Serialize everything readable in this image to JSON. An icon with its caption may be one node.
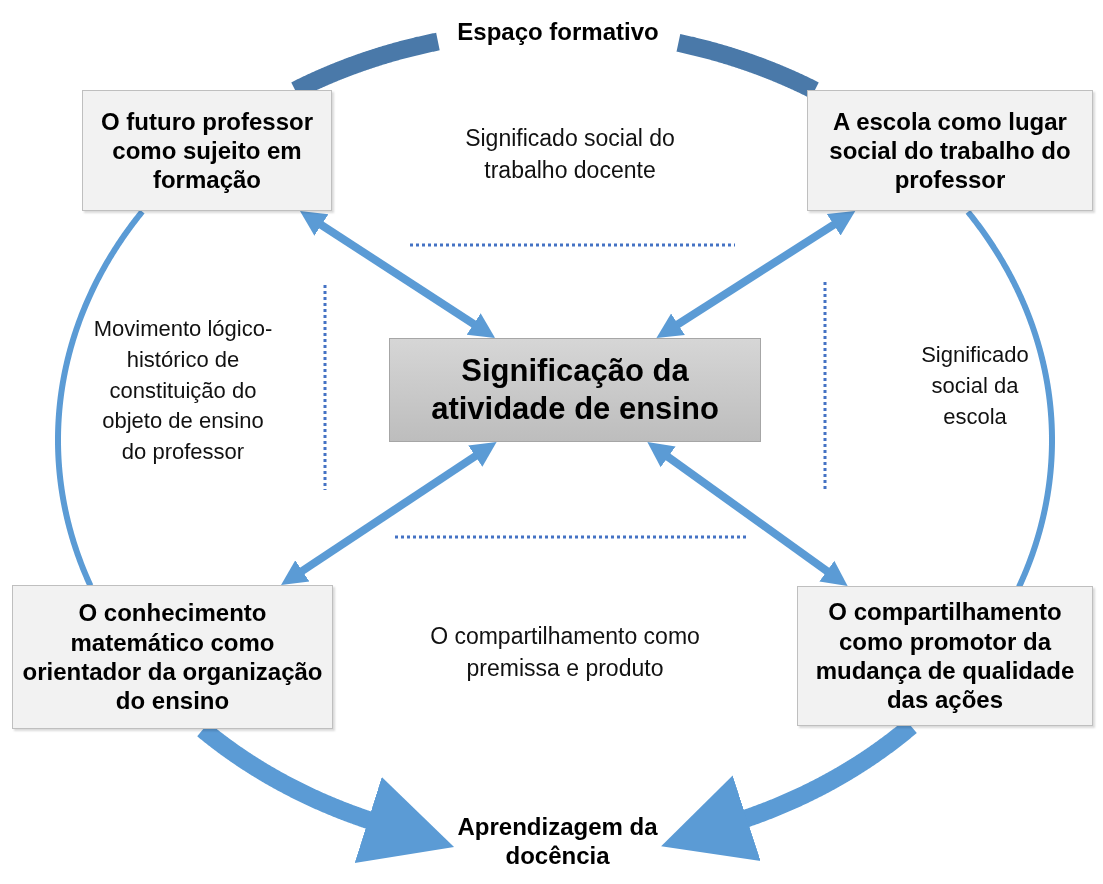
{
  "diagram": {
    "nodes": [
      {
        "text": [
          "Espaço formativo"
        ]
      },
      {
        "text": [
          "O futuro professor como sujeito em formação"
        ]
      },
      {
        "text": [
          "A escola como lugar social do trabalho do professor"
        ]
      },
      {
        "text": [
          "Significação da atividade de ensino"
        ]
      },
      {
        "text": [
          "O conhecimento matemático como orientador da organização do ensino"
        ]
      },
      {
        "text": [
          "O compartilhamento como promotor da mudança de qualidade das ações"
        ]
      },
      {
        "text": [
          "Aprendizagem da docência"
        ]
      }
    ],
    "edges": [
      {
        "from": 0,
        "to": 1,
        "arrow": "none",
        "style": "thick",
        "color": "#4a79a9"
      },
      {
        "from": 0,
        "to": 2,
        "arrow": "none",
        "style": "thick",
        "color": "#4a79a9"
      },
      {
        "from": 1,
        "to": 4,
        "arrow": "none"
      },
      {
        "from": 2,
        "to": 5,
        "arrow": "none"
      },
      {
        "from": 4,
        "to": 6,
        "arrow": "to",
        "style": "thick"
      },
      {
        "from": 5,
        "to": 6,
        "arrow": "to",
        "style": "thick"
      },
      {
        "from": 1,
        "to": 3,
        "arrow": "both"
      },
      {
        "from": 2,
        "to": 3,
        "arrow": "both"
      },
      {
        "from": 4,
        "to": 3,
        "arrow": "both"
      },
      {
        "from": 5,
        "to": 3,
        "arrow": "both"
      }
    ],
    "labels": [
      "Significado social do trabalho docente",
      "Movimento lógico-histórico de constituição do objeto de ensino do professor",
      "Significado social da escola",
      "O compartilhamento como premissa e produto"
    ]
  }
}
